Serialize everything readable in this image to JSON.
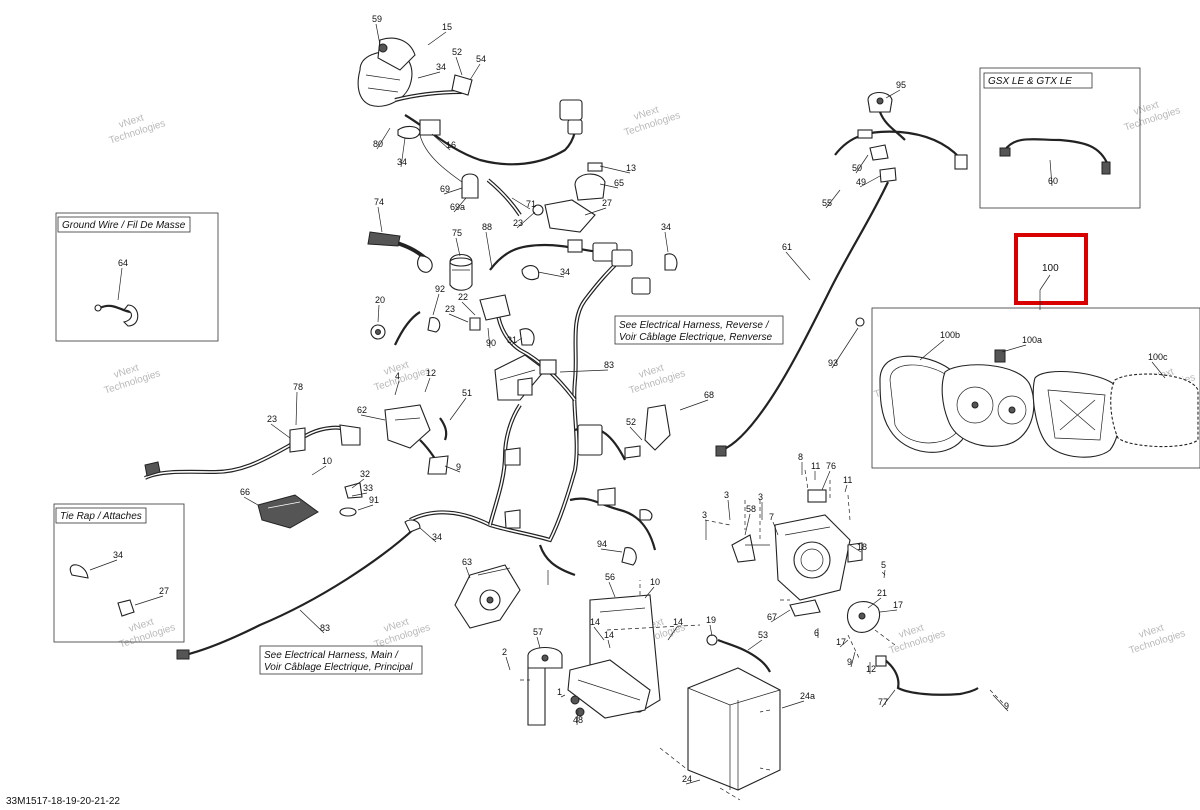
{
  "diagram": {
    "boxes": {
      "ground_wire_title": "Ground Wire / Fil De Masse",
      "tie_rap_title": "Tie Rap / Attaches",
      "gsx_title": "GSX LE & GTX LE"
    },
    "notes": {
      "reverse_line1": "See Electrical Harness, Reverse /",
      "reverse_line2": "Voir Câblage Electrique, Renverse",
      "main_line1": "See Electrical Harness, Main /",
      "main_line2": "Voir Câblage Electrique, Principal"
    },
    "highlight": {
      "label": "100",
      "color": "#d90000"
    },
    "drawing_code": "33M1517-18-19-20-21-22",
    "watermark": {
      "line1": "vNext",
      "line2": "Technologies"
    },
    "callouts": [
      {
        "id": "c59",
        "label": "59"
      },
      {
        "id": "c15",
        "label": "15"
      },
      {
        "id": "c52",
        "label": "52"
      },
      {
        "id": "c54",
        "label": "54"
      },
      {
        "id": "c34a",
        "label": "34"
      },
      {
        "id": "c80",
        "label": "80"
      },
      {
        "id": "c34b",
        "label": "34"
      },
      {
        "id": "c16",
        "label": "16"
      },
      {
        "id": "c69",
        "label": "69"
      },
      {
        "id": "c69a",
        "label": "69a"
      },
      {
        "id": "c71",
        "label": "71"
      },
      {
        "id": "c13",
        "label": "13"
      },
      {
        "id": "c65",
        "label": "65"
      },
      {
        "id": "c27a",
        "label": "27"
      },
      {
        "id": "c23a",
        "label": "23"
      },
      {
        "id": "c74",
        "label": "74"
      },
      {
        "id": "c75",
        "label": "75"
      },
      {
        "id": "c88",
        "label": "88"
      },
      {
        "id": "c34c",
        "label": "34"
      },
      {
        "id": "c34d",
        "label": "34"
      },
      {
        "id": "c20",
        "label": "20"
      },
      {
        "id": "c92",
        "label": "92"
      },
      {
        "id": "c22",
        "label": "22"
      },
      {
        "id": "c23b",
        "label": "23"
      },
      {
        "id": "c90",
        "label": "90"
      },
      {
        "id": "c31",
        "label": "31"
      },
      {
        "id": "c83a",
        "label": "83"
      },
      {
        "id": "c4",
        "label": "4"
      },
      {
        "id": "c12a",
        "label": "12"
      },
      {
        "id": "c78",
        "label": "78"
      },
      {
        "id": "c62",
        "label": "62"
      },
      {
        "id": "c51",
        "label": "51"
      },
      {
        "id": "c23c",
        "label": "23"
      },
      {
        "id": "c10a",
        "label": "10"
      },
      {
        "id": "c9a",
        "label": "9"
      },
      {
        "id": "c32",
        "label": "32"
      },
      {
        "id": "c33",
        "label": "33"
      },
      {
        "id": "c91",
        "label": "91"
      },
      {
        "id": "c66",
        "label": "66"
      },
      {
        "id": "c52b",
        "label": "52"
      },
      {
        "id": "c68",
        "label": "68"
      },
      {
        "id": "c34e",
        "label": "34"
      },
      {
        "id": "c94",
        "label": "94"
      },
      {
        "id": "c63",
        "label": "63"
      },
      {
        "id": "c83b",
        "label": "83"
      },
      {
        "id": "c64",
        "label": "64"
      },
      {
        "id": "c34f",
        "label": "34"
      },
      {
        "id": "c27b",
        "label": "27"
      },
      {
        "id": "c95",
        "label": "95"
      },
      {
        "id": "c50",
        "label": "50"
      },
      {
        "id": "c49",
        "label": "49"
      },
      {
        "id": "c55",
        "label": "55"
      },
      {
        "id": "c61",
        "label": "61"
      },
      {
        "id": "c60",
        "label": "60"
      },
      {
        "id": "c93",
        "label": "93"
      },
      {
        "id": "c100b",
        "label": "100b"
      },
      {
        "id": "c100a",
        "label": "100a"
      },
      {
        "id": "c100c",
        "label": "100c"
      },
      {
        "id": "c8",
        "label": "8"
      },
      {
        "id": "c11a",
        "label": "11"
      },
      {
        "id": "c76",
        "label": "76"
      },
      {
        "id": "c11b",
        "label": "11"
      },
      {
        "id": "c3a",
        "label": "3"
      },
      {
        "id": "c3b",
        "label": "3"
      },
      {
        "id": "c58",
        "label": "58"
      },
      {
        "id": "c3c",
        "label": "3"
      },
      {
        "id": "c7",
        "label": "7"
      },
      {
        "id": "c18",
        "label": "18"
      },
      {
        "id": "c5",
        "label": "5"
      },
      {
        "id": "c21",
        "label": "21"
      },
      {
        "id": "c17a",
        "label": "17"
      },
      {
        "id": "c17b",
        "label": "17"
      },
      {
        "id": "c67",
        "label": "67"
      },
      {
        "id": "c6",
        "label": "6"
      },
      {
        "id": "c9b",
        "label": "9"
      },
      {
        "id": "c12b",
        "label": "12"
      },
      {
        "id": "c77",
        "label": "77"
      },
      {
        "id": "c9c",
        "label": "9"
      },
      {
        "id": "c56",
        "label": "56"
      },
      {
        "id": "c10b",
        "label": "10"
      },
      {
        "id": "c14a",
        "label": "14"
      },
      {
        "id": "c14b",
        "label": "14"
      },
      {
        "id": "c19",
        "label": "19"
      },
      {
        "id": "c14c",
        "label": "14"
      },
      {
        "id": "c53",
        "label": "53"
      },
      {
        "id": "c57",
        "label": "57"
      },
      {
        "id": "c2",
        "label": "2"
      },
      {
        "id": "c1",
        "label": "1"
      },
      {
        "id": "c48",
        "label": "48"
      },
      {
        "id": "c24a",
        "label": "24a"
      },
      {
        "id": "c24",
        "label": "24"
      }
    ]
  }
}
